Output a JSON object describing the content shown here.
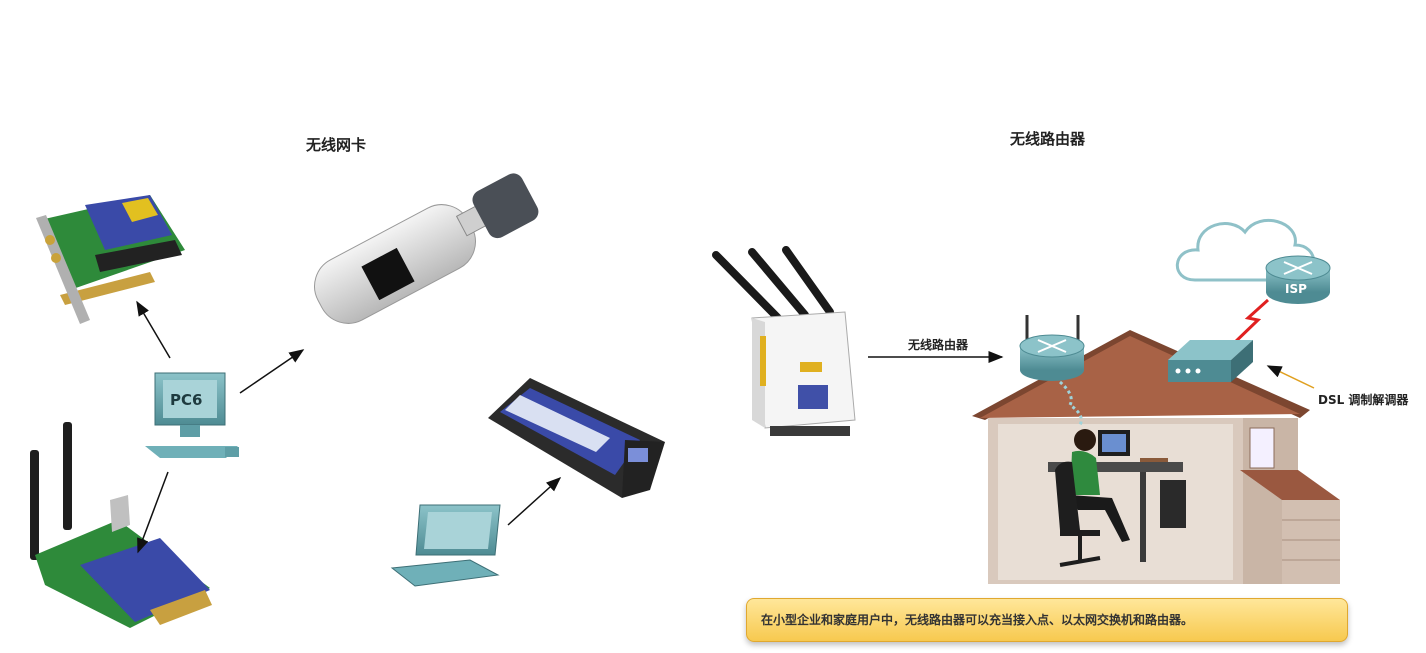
{
  "left": {
    "title": "无线网卡",
    "pc_label": "PC6"
  },
  "right": {
    "title": "无线路由器",
    "arrow_label": "无线路由器",
    "isp_label": "ISP",
    "dsl_label": "DSL 调制解调器",
    "caption": "在小型企业和家庭用户中，无线路由器可以充当接入点、以太网交换机和路由器。"
  },
  "colors": {
    "teal": "#5e9ea6",
    "card_blue": "#3a4aa8",
    "caption_yellow": "#f7c94f",
    "house_roof": "#9a5840",
    "house_wall": "#d9c9bd",
    "bolt_red": "#e02020"
  }
}
